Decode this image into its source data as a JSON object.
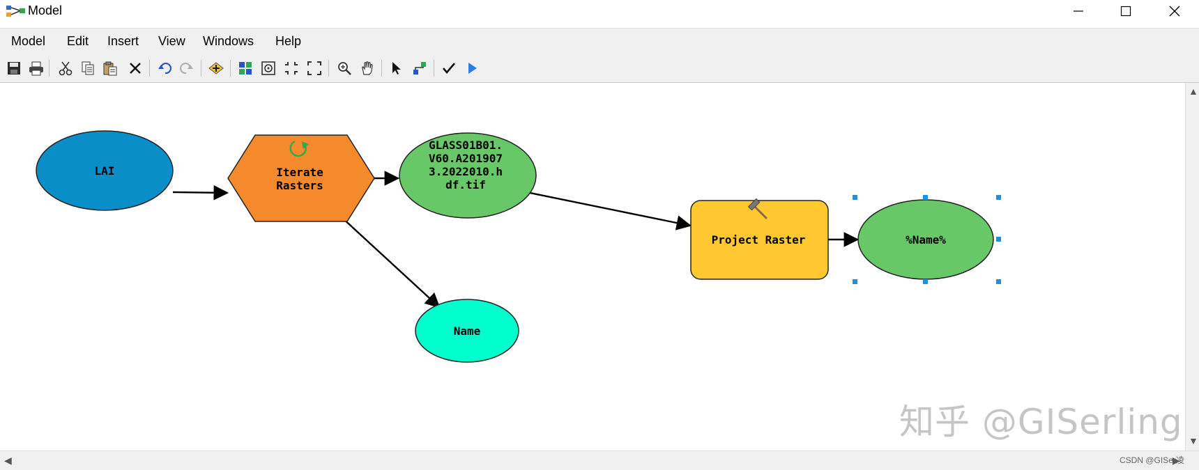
{
  "window": {
    "title": "Model"
  },
  "menu": [
    "Model",
    "Edit",
    "Insert",
    "View",
    "Windows",
    "Help"
  ],
  "toolbar": {
    "icons": [
      "save-icon",
      "print-icon",
      "cut-icon",
      "copy-icon",
      "paste-icon",
      "delete-icon",
      "undo-icon",
      "redo-icon",
      "add-data-icon",
      "auto-layout-icon",
      "full-extent-icon",
      "zoom-in-fixed-icon",
      "zoom-out-fixed-icon",
      "zoom-icon",
      "pan-icon",
      "select-icon",
      "connect-icon",
      "validate-icon",
      "run-icon"
    ]
  },
  "nodes": {
    "lai": {
      "label": "LAI",
      "color": "#0a8ec8"
    },
    "iterate": {
      "line1": "Iterate",
      "line2": "Rasters",
      "color": "#f58a2c"
    },
    "glass": {
      "line1": "GLASS01B01.",
      "line2": "V60.A201907",
      "line3": "3.2022010.h",
      "line4": "df.tif",
      "color": "#68c868"
    },
    "name": {
      "label": "Name",
      "color": "#00ffcc"
    },
    "project": {
      "label": "Project Raster",
      "color": "#ffc830"
    },
    "out": {
      "label": "%Name%",
      "color": "#68c868"
    }
  },
  "watermark": "知乎 @GISerling",
  "credit": "CSDN @GISer凌"
}
